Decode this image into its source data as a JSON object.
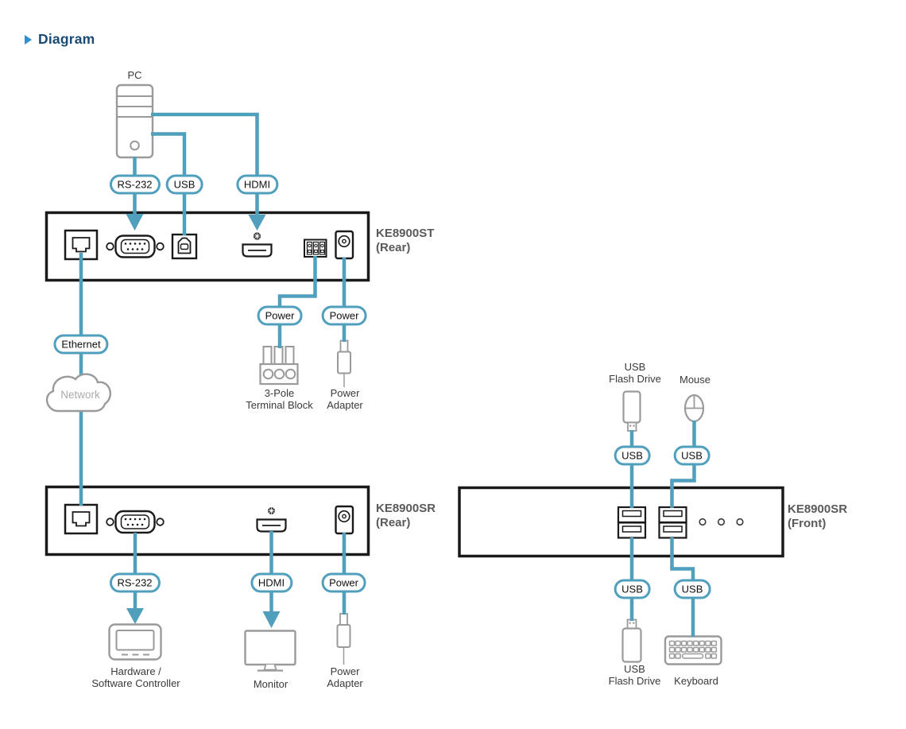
{
  "title": {
    "text": "Diagram"
  },
  "colors": {
    "accent_teal": "#4F9FBD",
    "title_blue": "#1B4A73",
    "arrow_blue": "#2B8FD0",
    "panel_black": "#1A1A1A",
    "device_label_gray": "#5A5A5A",
    "icon_gray": "#9A9A9A",
    "network_gray": "#ABABAB",
    "label_text": "#3A3A3A"
  },
  "pc": {
    "label": "PC"
  },
  "network": {
    "label": "Network"
  },
  "cable_labels": {
    "rs232": "RS-232",
    "usb": "USB",
    "hdmi": "HDMI",
    "power": "Power",
    "ethernet": "Ethernet"
  },
  "devices": {
    "ke8900st_rear": {
      "model": "KE8900ST",
      "view": "(Rear)"
    },
    "ke8900sr_rear": {
      "model": "KE8900SR",
      "view": "(Rear)"
    },
    "ke8900sr_front": {
      "model": "KE8900SR",
      "view": "(Front)"
    }
  },
  "peripherals": {
    "terminal_block": {
      "line1": "3-Pole",
      "line2": "Terminal Block"
    },
    "power_adapter": {
      "line1": "Power",
      "line2": "Adapter"
    },
    "controller": {
      "line1": "Hardware /",
      "line2": "Software Controller"
    },
    "monitor": {
      "label": "Monitor"
    },
    "usb_flash_drive": {
      "line1": "USB",
      "line2": "Flash Drive"
    },
    "mouse": {
      "label": "Mouse"
    },
    "keyboard": {
      "label": "Keyboard"
    }
  }
}
